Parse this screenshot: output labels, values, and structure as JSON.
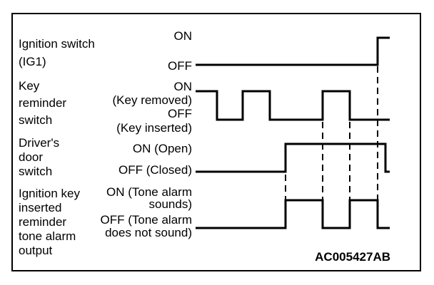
{
  "figure_id": "AC005427AB",
  "rows": [
    {
      "label_lines": [
        "Ignition switch",
        "(IG1)"
      ],
      "on_lines": [
        "ON"
      ],
      "off_lines": [
        "OFF"
      ]
    },
    {
      "label_lines": [
        "Key",
        "reminder",
        "switch"
      ],
      "on_lines": [
        "ON",
        "(Key removed)"
      ],
      "off_lines": [
        "OFF",
        "(Key inserted)"
      ]
    },
    {
      "label_lines": [
        "Driver's",
        "door",
        "switch"
      ],
      "on_lines": [
        "ON (Open)"
      ],
      "off_lines": [
        "OFF (Closed)"
      ]
    },
    {
      "label_lines": [
        "Ignition key",
        "inserted",
        "reminder",
        "tone alarm",
        "output"
      ],
      "on_lines": [
        "ON (Tone alarm",
        "sounds)"
      ],
      "off_lines": [
        "OFF (Tone alarm",
        "does not sound)"
      ]
    }
  ]
}
